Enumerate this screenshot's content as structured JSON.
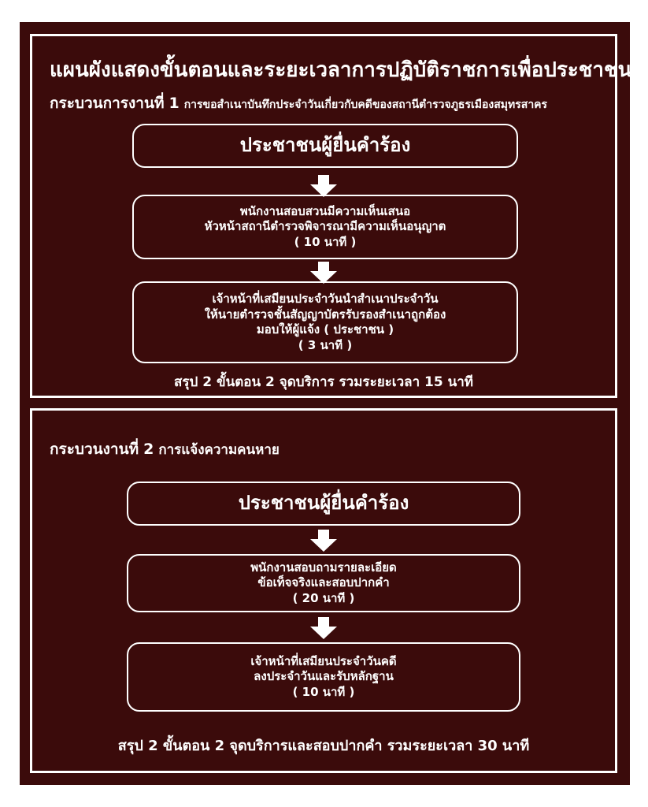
{
  "title": "แผนผังแสดงขั้นตอนและระยะเวลาการปฏิบัติราชการเพื่อประชาชน",
  "process1": {
    "label": "กระบวนการงานที่",
    "number": "1",
    "description": "การขอสำเนาบันทึกประจำวันเกี่ยวกับคดีของสถานีตำรวจภูธรเมืองสมุทรสาคร",
    "steps": [
      {
        "lines": [
          "ประชาชนผู้ยื่นคำร้อง"
        ]
      },
      {
        "lines": [
          "พนักงานสอบสวนมีความเห็นเสนอ",
          "หัวหน้าสถานีตำรวจพิจารณามีความเห็นอนุญาต",
          "( 10 นาที )"
        ]
      },
      {
        "lines": [
          "เจ้าหน้าที่เสมียนประจำวันนำสำเนาประจำวัน",
          "ให้นายตำรวจชั้นสัญญาบัตรรับรองสำเนาถูกต้อง",
          "มอบให้ผู้แจ้ง ( ประชาชน )",
          "( 3 นาที )"
        ]
      }
    ],
    "summary": "สรุป 2 ขั้นตอน 2 จุดบริการ รวมระยะเวลา 15 นาที"
  },
  "process2": {
    "label": "กระบวนงานที่",
    "number": "2",
    "description": "การแจ้งความคนหาย",
    "steps": [
      {
        "lines": [
          "ประชาชนผู้ยื่นคำร้อง"
        ]
      },
      {
        "lines": [
          "พนักงานสอบถามรายละเอียด",
          "ข้อเท็จจริงและสอบปากคำ",
          "( 20 นาที )"
        ]
      },
      {
        "lines": [
          "เจ้าหน้าที่เสมียนประจำวันคดี",
          "ลงประจำวันและรับหลักฐาน",
          "( 10 นาที )"
        ]
      }
    ],
    "summary": "สรุป 2 ขั้นตอน 2 จุดบริการและสอบปากคำ รวมระยะเวลา 30 นาที"
  },
  "colors": {
    "background": "#3b0b0b",
    "foreground": "#ffffff"
  }
}
